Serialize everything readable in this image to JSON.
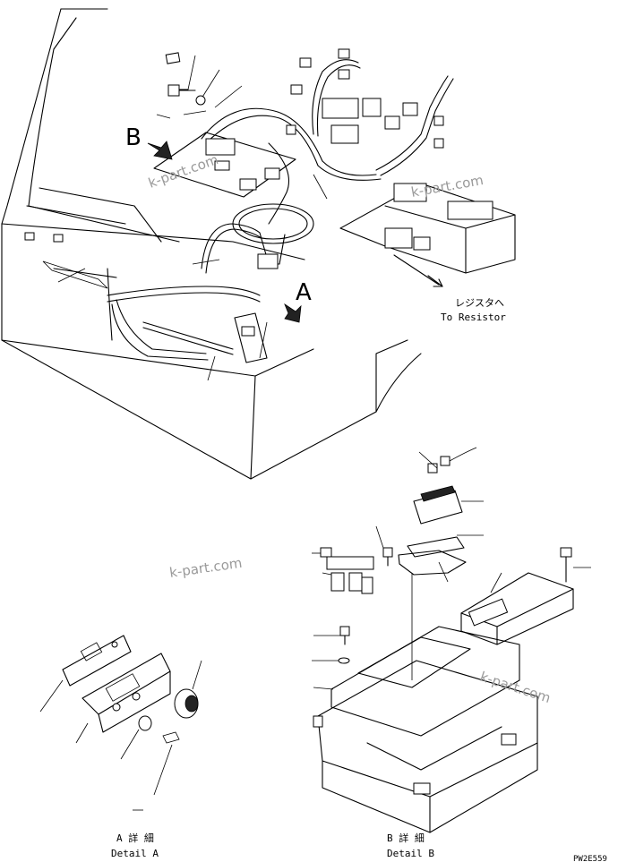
{
  "view_labels": {
    "b": "B",
    "a": "A"
  },
  "resistor_note": {
    "jp": "レジスタへ",
    "en": "To Resistor"
  },
  "detail_a": {
    "jp": "A 詳 細",
    "en": "Detail A"
  },
  "detail_b": {
    "jp": "B 詳 細",
    "en": "Detail B"
  },
  "drawing_code": "PW2E559",
  "watermarks": [
    "k-part.com",
    "k-part.com",
    "k-part.com",
    "k-part.com"
  ]
}
